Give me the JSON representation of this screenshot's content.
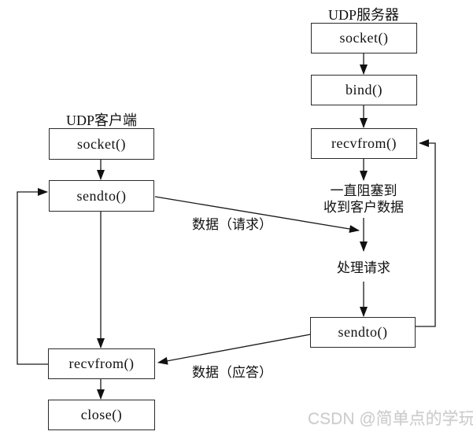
{
  "server": {
    "title": "UDP服务器",
    "boxes": [
      {
        "label": "socket()"
      },
      {
        "label": "bind()"
      },
      {
        "label": "recvfrom()"
      },
      {
        "label": "sendto()"
      }
    ],
    "block_note_line1": "一直阻塞到",
    "block_note_line2": "收到客户数据",
    "process_note": "处理请求"
  },
  "client": {
    "title": "UDP客户端",
    "boxes": [
      {
        "label": "socket()"
      },
      {
        "label": "sendto()"
      },
      {
        "label": "recvfrom()"
      },
      {
        "label": "close()"
      }
    ]
  },
  "edge_labels": {
    "request": "数据（请求）",
    "reply": "数据（应答）"
  },
  "watermark": "CSDN @简单点的学玩",
  "colors": {
    "line": "#1a1a1a",
    "box_border": "#2a2a2a",
    "background": "#ffffff",
    "watermark": "#cccccc"
  }
}
